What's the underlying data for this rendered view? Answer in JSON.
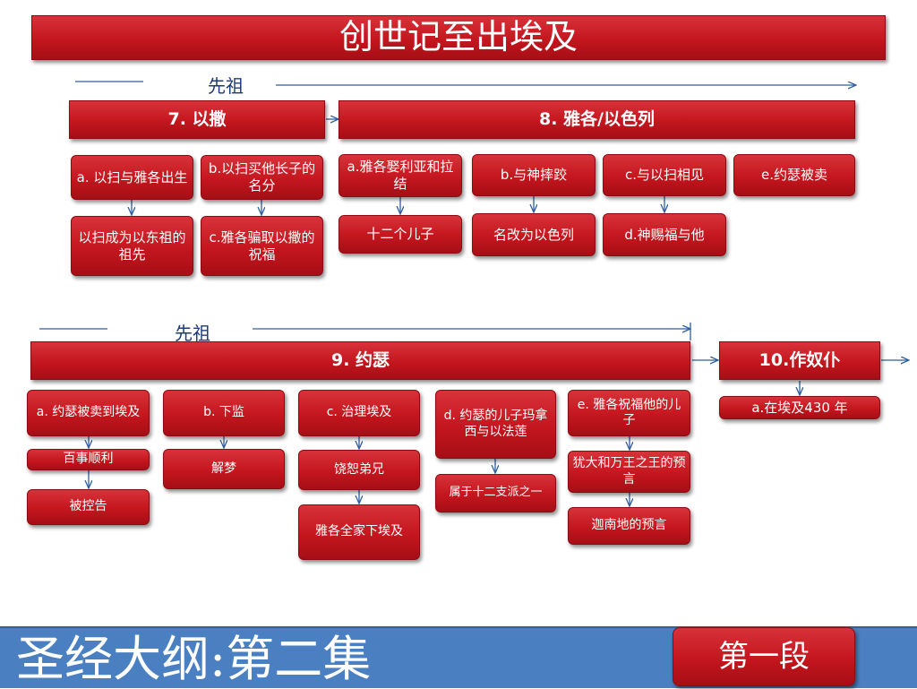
{
  "title": "创世记至出埃及",
  "ancestor_label_top": "先祖",
  "ancestor_label_bottom": "先祖",
  "sections": {
    "isaac": {
      "header": "7. 以撒",
      "items": {
        "a": "a. 以扫与雅各出生",
        "a_result": "以扫成为以东祖的祖先",
        "b": "b.以扫买他长子的名分",
        "c": "c.雅各骗取以撒的祝福"
      }
    },
    "jacob": {
      "header": "8. 雅各/以色列",
      "items": {
        "a": "a.雅各娶利亚和拉结",
        "a_result": "十二个儿子",
        "b": "b.与神摔跤",
        "b_result": "名改为以色列",
        "c": "c.与以扫相见",
        "d": "d.神赐福与他",
        "e": "e.约瑟被卖"
      }
    },
    "joseph": {
      "header": "9. 约瑟",
      "items": {
        "a": "a. 约瑟被卖到埃及",
        "a_1": "百事顺利",
        "a_2": "被控告",
        "b": "b. 下监",
        "b_1": "解梦",
        "c": "c. 治理埃及",
        "c_1": "饶恕弟兄",
        "c_2": "雅各全家下埃及",
        "d": "d. 约瑟的儿子玛拿西与以法莲",
        "d_1": "属于十二支派之一",
        "e": "e. 雅各祝福他的儿子",
        "e_1": "犹大和万王之王的预言",
        "e_2": "迦南地的预言"
      }
    },
    "slavery": {
      "header": "10.作奴仆",
      "items": {
        "a": "a.在埃及430 年"
      }
    }
  },
  "footer": {
    "series_title": "圣经大纲:第二集",
    "section_button": "第一段"
  },
  "colors": {
    "box_red": "#c4161e",
    "line_blue": "#2f5f9e",
    "footer_blue": "#4a7fc1"
  }
}
